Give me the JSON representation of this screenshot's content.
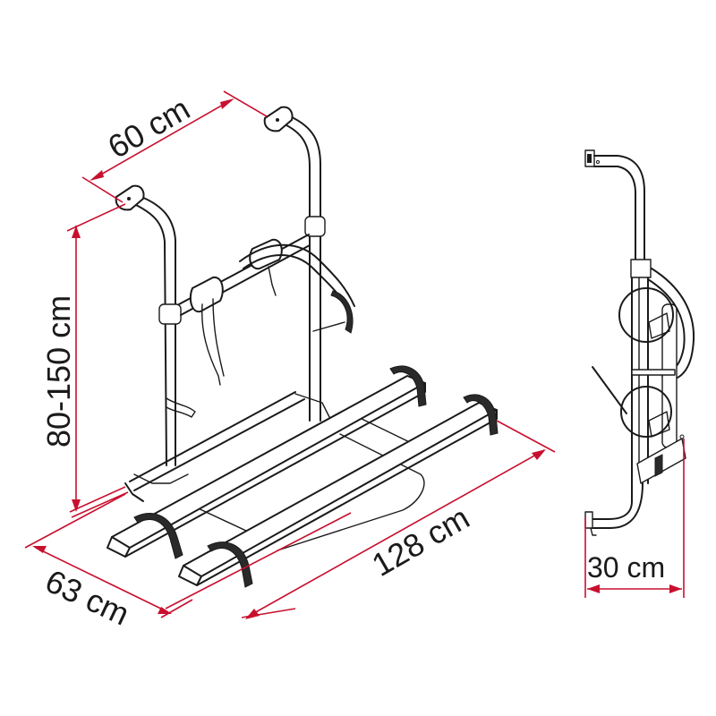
{
  "diagram": {
    "subject": "Bike rack (caravan rear mount) technical drawing",
    "colors": {
      "dimension_line": "#c8102e",
      "drawing_line": "#1a1a1a",
      "background": "#ffffff"
    },
    "views": [
      {
        "name": "perspective-view",
        "description": "Isometric view of two-rail bike carrier"
      },
      {
        "name": "side-view",
        "description": "Side profile of bike carrier"
      }
    ],
    "dimensions": {
      "width_top": {
        "label": "60 cm",
        "value": 60,
        "unit": "cm"
      },
      "height": {
        "label": "80-150 cm",
        "min": 80,
        "max": 150,
        "unit": "cm"
      },
      "depth": {
        "label": "63 cm",
        "value": 63,
        "unit": "cm"
      },
      "length": {
        "label": "128 cm",
        "value": 128,
        "unit": "cm"
      },
      "side_depth": {
        "label": "30 cm",
        "value": 30,
        "unit": "cm"
      }
    }
  }
}
